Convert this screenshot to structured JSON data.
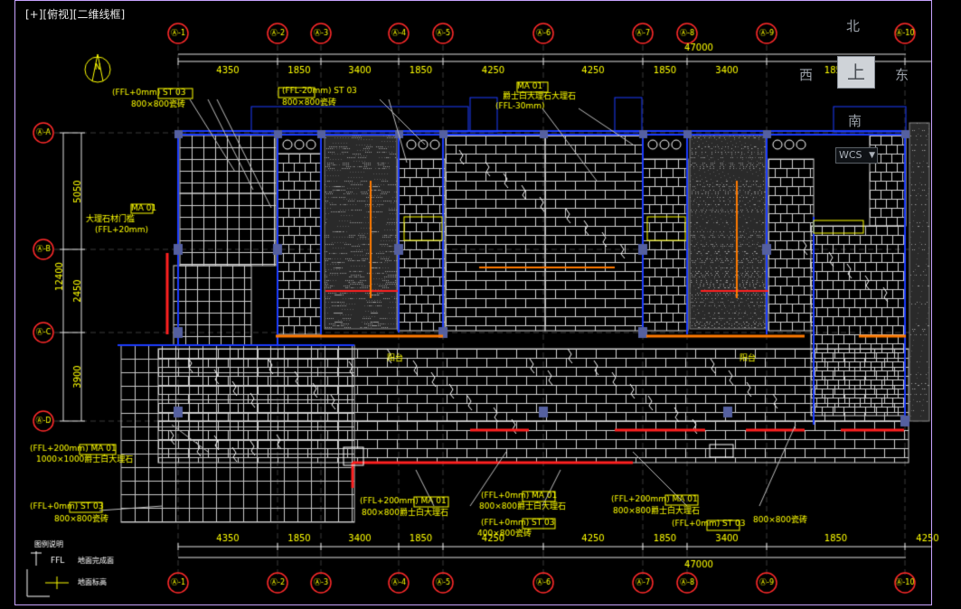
{
  "viewport": {
    "label": "[+][俯视][二维线框]"
  },
  "navcube": {
    "north": "北",
    "south": "南",
    "east": "东",
    "west": "西",
    "face": "上",
    "wcs": "WCS",
    "wcs_arrow": "▼"
  },
  "colors": {
    "background": "#000000",
    "axis_bubble": "#ff2a2a",
    "axis_text": "#ffff00",
    "dimension": "#e0e0e0",
    "wall": "#1c3cff",
    "tile": "#ffffff",
    "annotation": "#ffff00",
    "frame": "#c8a3ff"
  },
  "drawing": {
    "axis_labels_top": [
      "Ⓐ-1",
      "Ⓐ-2",
      "Ⓐ-3",
      "Ⓐ-4",
      "Ⓐ-5",
      "Ⓐ-6",
      "Ⓐ-7",
      "Ⓐ-8",
      "Ⓐ-9",
      "Ⓐ-10"
    ],
    "axis_labels_left": [
      "Ⓐ-A",
      "Ⓐ-B",
      "Ⓐ-C",
      "Ⓐ-D"
    ],
    "dims_top": [
      "4350",
      "1850",
      "3400",
      "1850",
      "4250",
      "4250",
      "1850",
      "3400",
      "1850"
    ],
    "dims_bottom": [
      "4350",
      "1850",
      "3400",
      "1850",
      "4250",
      "4250",
      "1850",
      "3400",
      "1850",
      "4250"
    ],
    "dim_total": "47000",
    "dims_left": [
      "5050",
      "2450",
      "3900"
    ],
    "dim_left_total": "12400",
    "notes": [
      "(FFL+0mm) ST 03",
      "800×800瓷砖",
      "(FFL-20mm) ST 03",
      "800×800瓷砖",
      "MA 01",
      "爵士白大理石大理石",
      "(FFL-30mm)",
      "MA 01",
      "大理石材门槛",
      "(FFL+20mm)",
      "(FFL+200mm) MA 01",
      "1000×1000爵士白大理石",
      "(FFL+0mm) ST 03",
      "800×800瓷砖",
      "(FFL+200mm) MA 01",
      "800×800爵士白大理石",
      "(FFL+0mm) MA 01",
      "800×800爵士白大理石",
      "(FFL+0mm) ST 03",
      "400×800瓷砖",
      "(FFL+200mm) MA 01",
      "800×800爵士白大理石",
      "(FFL+0mm) ST 03",
      "800×800瓷砖",
      "阳台",
      "阳台"
    ],
    "legend_title": "图例说明",
    "legend": [
      {
        "sym": "FFL",
        "text": "地面完成面"
      },
      {
        "sym": "",
        "text": "地面标高"
      }
    ]
  }
}
